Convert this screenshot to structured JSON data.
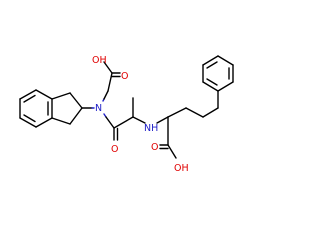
{
  "colors": {
    "bond": "#000000",
    "oxygen": "#e00000",
    "nitrogen": "#2020c8"
  },
  "labels": {
    "oh_top": "OH",
    "o_top": "O",
    "n_amide": "N",
    "o_amide": "O",
    "nh_amine": "NH",
    "o_bottom": "O",
    "oh_bottom": "OH"
  }
}
